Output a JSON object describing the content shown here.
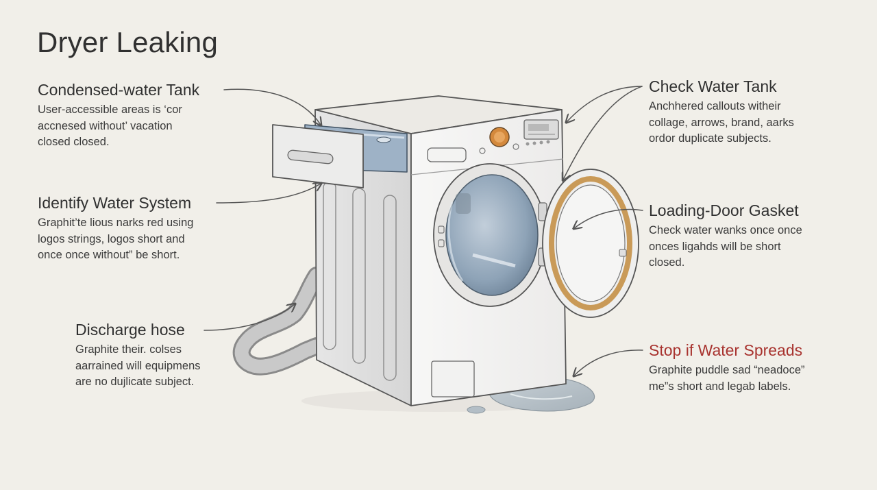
{
  "title": "Dryer Leaking",
  "callouts": {
    "condensed_tank": {
      "head": "Condensed-water Tank",
      "lines": [
        "User-accessible areas is ‘cor",
        "accnesed without’  vacation",
        "closed closed."
      ]
    },
    "identify_system": {
      "head": "Identify Water System",
      "lines": [
        "Graphit’te lious narks red using",
        "logos strings, logos short and",
        "once once without” be short."
      ]
    },
    "discharge_hose": {
      "head": "Discharge hose",
      "lines": [
        "Graphite their. colses",
        "aarrained  will equipmens",
        "are no dujlicate subject."
      ]
    },
    "check_tank": {
      "head": "Check Water Tank",
      "lines": [
        "Anchhered callouts witheir",
        "collage, arrows, brand, aarks",
        "ordor duplicate subjects."
      ]
    },
    "door_gasket": {
      "head": "Loading-Door Gasket",
      "lines": [
        "Check water  wanks once once",
        "onces  ligahds will be short",
        "closed."
      ]
    },
    "stop_spread": {
      "head": "Stop if Water Spreads",
      "lines": [
        "Graphite puddle sad “neadoce”",
        "me”s short and legab  labels."
      ]
    }
  },
  "colors": {
    "background": "#f1efe9",
    "text": "#303030",
    "alert": "#a8332f",
    "gasket": "#c99a58",
    "drum": "#8ea3b7",
    "water": "#b9c4cc",
    "knob": "#d4893c",
    "stroke": "#555555"
  }
}
